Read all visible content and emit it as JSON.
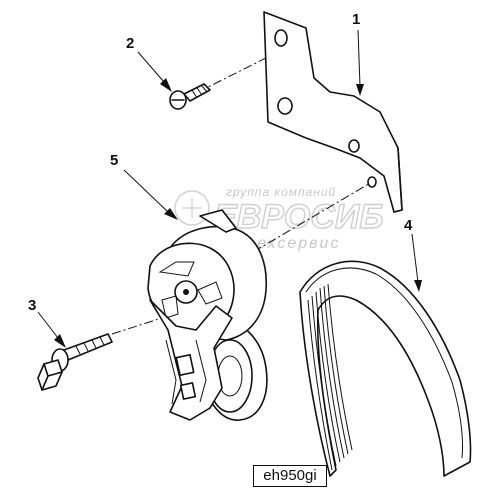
{
  "callouts": {
    "c1": "1",
    "c2": "2",
    "c3": "3",
    "c4": "4",
    "c5": "5"
  },
  "watermark": {
    "top": "группа компаний",
    "main": "ЕВРОСИБ",
    "sub": "техсервис"
  },
  "figure_code": "eh950gi",
  "colors": {
    "ink": "#111111",
    "watermark": "#c8c8c8",
    "paper": "#ffffff"
  }
}
